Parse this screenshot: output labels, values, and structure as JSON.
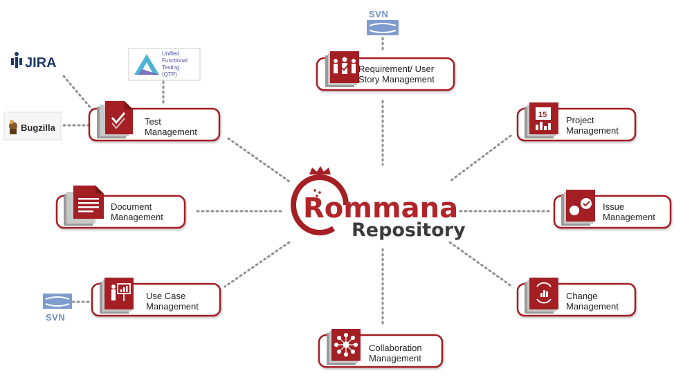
{
  "center": {
    "title": "Rommana",
    "subtitle": "Repository"
  },
  "modules": [
    {
      "id": "requirement",
      "line1": "Requirement/ User",
      "line2": "Story Management",
      "icon": "people-check-icon"
    },
    {
      "id": "project",
      "line1": "Project",
      "line2": "Management",
      "icon": "calendar-chart-icon"
    },
    {
      "id": "issue",
      "line1": "Issue",
      "line2": "Management",
      "icon": "chat-check-icon"
    },
    {
      "id": "change",
      "line1": "Change",
      "line2": "Management",
      "icon": "cycle-chart-icon"
    },
    {
      "id": "collaboration",
      "line1": "Collaboration",
      "line2": "Management",
      "icon": "network-icon"
    },
    {
      "id": "usecase",
      "line1": "Use Case",
      "line2": "Management",
      "icon": "presenter-icon"
    },
    {
      "id": "document",
      "line1": "Document",
      "line2": "Management",
      "icon": "document-icon"
    },
    {
      "id": "test",
      "line1": "Test",
      "line2": "Management",
      "icon": "checklist-icon"
    }
  ],
  "integrations": {
    "svn_top": "SVN",
    "svn_bottom": "SVN",
    "jira": "JIRA",
    "bugzilla": "Bugzilla",
    "qtp": [
      "Unified",
      "Functional",
      "Testing",
      "(QTP)"
    ]
  },
  "colors": {
    "accent": "#a31f24",
    "accent_dark": "#7e1519",
    "dots": "#8f8f8f",
    "svn": "#6f8fc4"
  }
}
